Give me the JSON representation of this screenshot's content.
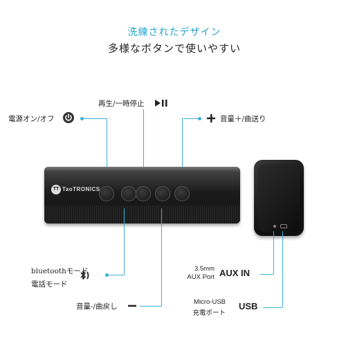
{
  "heading": {
    "title": "洗練されたデザイン",
    "subtitle": "多様なボタンで使いやすい"
  },
  "labels": {
    "power": "電源オン/オフ",
    "play_pause": "再生/一時停止",
    "vol_up": "音量＋/曲送り",
    "bluetooth_mode": "bluetoothモード",
    "call_mode": "電話モード",
    "vol_down": "音量-/曲戻し",
    "aux_size": "3.5mm",
    "aux_port": "AUX Port",
    "aux_in": "AUX IN",
    "micro_usb": "Micro-USB",
    "charge_port": "充電ポート",
    "usb": "USB"
  },
  "brand": {
    "logo_mark": "TT",
    "logo_text": "TaoTRONICS"
  },
  "colors": {
    "accent": "#3ab0d8",
    "title": "#2aa4cf"
  },
  "icons": [
    "power-icon",
    "play-pause-icon",
    "plus-icon",
    "bluetooth-phone-icon",
    "minus-icon"
  ]
}
